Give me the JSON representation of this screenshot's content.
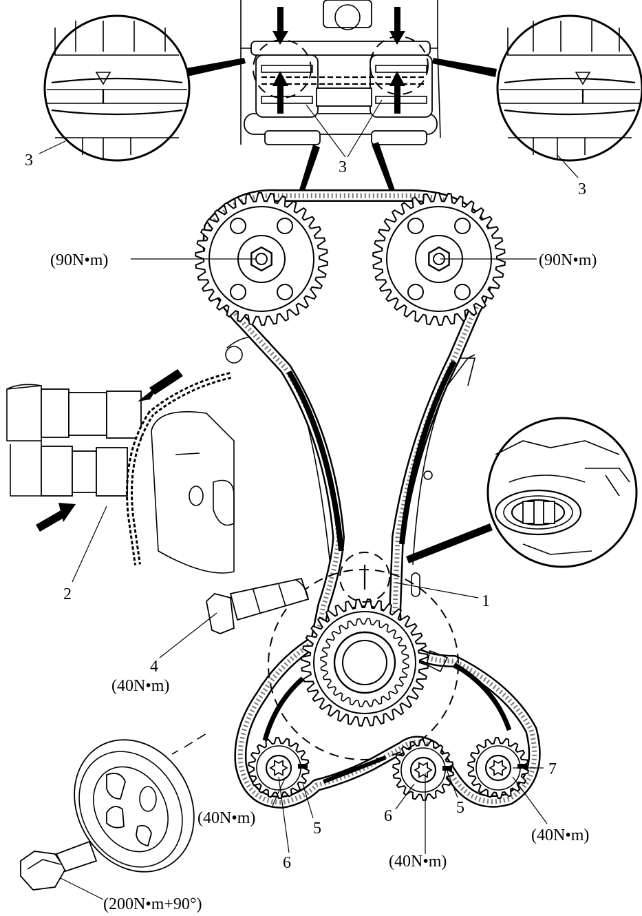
{
  "labels": {
    "cam_torque_left": "(90N•m)",
    "cam_torque_right": "(90N•m)",
    "marker_3_left": "3",
    "marker_3_center": "3",
    "marker_3_right": "3",
    "marker_1": "1",
    "marker_2": "2",
    "marker_4": "4",
    "bolt_4_torque": "(40N•m)",
    "marker_5_left": "5",
    "marker_5_right": "5",
    "marker_6_left": "6",
    "marker_6_right": "6",
    "marker_7": "7",
    "sprocket_left_torque": "(40N•m)",
    "sprocket_center_torque": "(40N•m)",
    "sprocket_right_torque": "(40N•m)",
    "crank_bolt_torque": "(200N•m+90°)"
  }
}
